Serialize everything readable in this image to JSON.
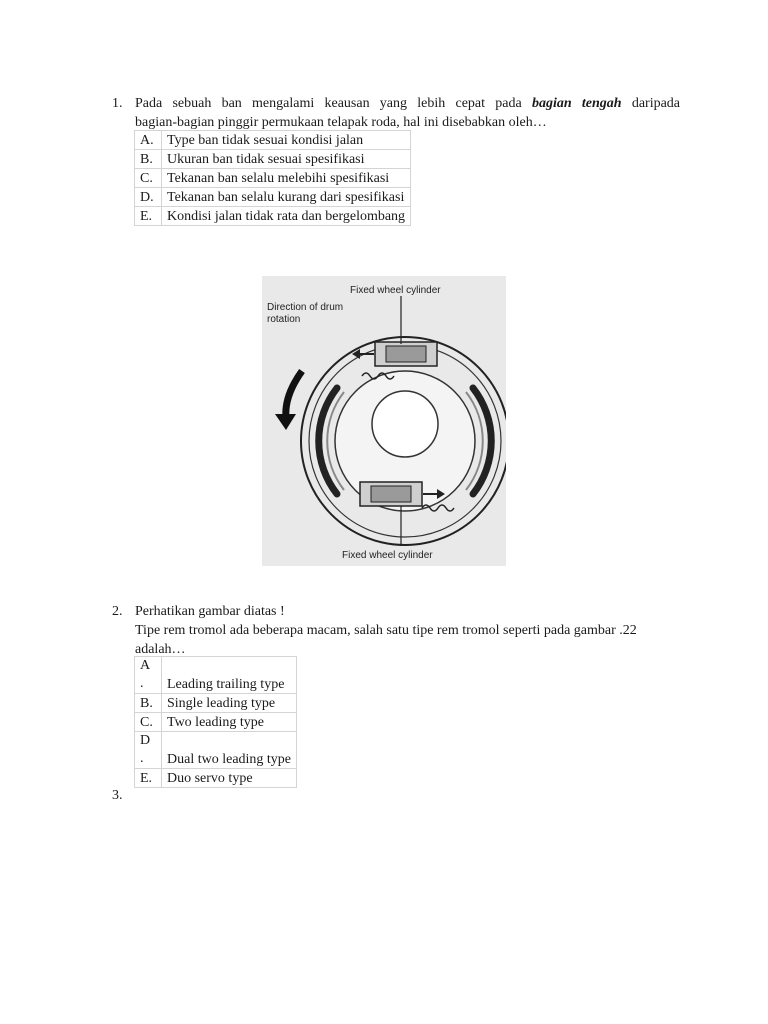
{
  "q1": {
    "number": "1.",
    "line1_before": "Pada sebuah ban mengalami keausan yang lebih cepat pada",
    "line1_emphasis": "bagian tengah",
    "line1_after": "daripada",
    "line2": "bagian-bagian pinggir permukaan telapak roda, hal ini disebabkan oleh…",
    "options": [
      {
        "letter": "A.",
        "text": "Type ban tidak sesuai kondisi jalan"
      },
      {
        "letter": "B.",
        "text": "Ukuran ban tidak sesuai spesifikasi"
      },
      {
        "letter": "C.",
        "text": "Tekanan ban selalu melebihi spesifikasi"
      },
      {
        "letter": "D.",
        "text": "Tekanan ban selalu kurang dari spesifikasi"
      },
      {
        "letter": "E.",
        "text": "Kondisi jalan tidak rata dan bergelombang"
      }
    ]
  },
  "figure": {
    "label_top": "Fixed wheel cylinder",
    "label_direction_1": "Direction of drum",
    "label_direction_2": "rotation",
    "label_bottom": "Fixed wheel cylinder"
  },
  "q2": {
    "number": "2.",
    "line1": "Perhatikan gambar diatas !",
    "line2": "Tipe rem tromol ada beberapa macam, salah satu tipe rem tromol seperti pada gambar .22",
    "line3": "adalah…",
    "options": [
      {
        "letter_a": "A",
        "letter_b": ".",
        "text": "Leading trailing type"
      },
      {
        "letter": "B.",
        "text": "Single leading type"
      },
      {
        "letter": "C.",
        "text": "Two leading type"
      },
      {
        "letter_a": "D",
        "letter_b": ".",
        "text": "Dual two leading type"
      },
      {
        "letter": "E.",
        "text": "Duo servo type"
      }
    ]
  },
  "q3": {
    "number": "3."
  }
}
